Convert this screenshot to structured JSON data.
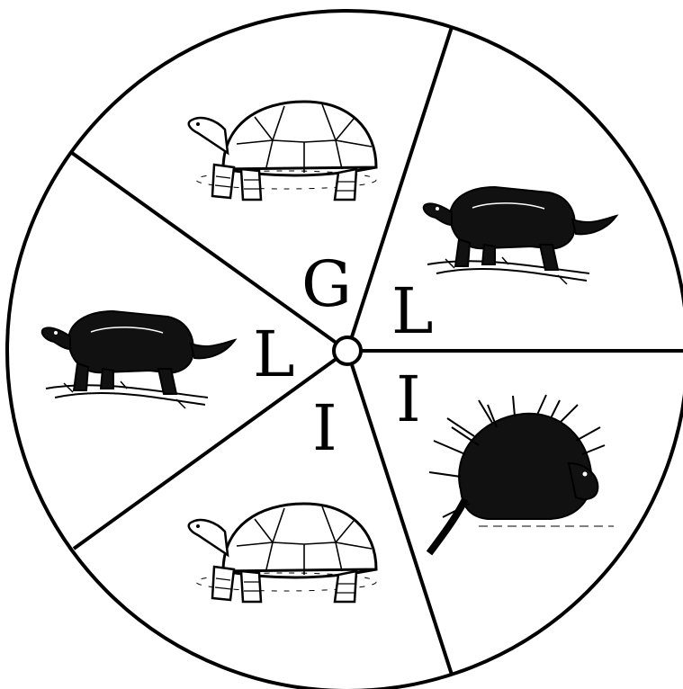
{
  "spinner": {
    "sections": [
      {
        "letter": "G",
        "animal": "tortoise"
      },
      {
        "letter": "L",
        "animal": "wolverine"
      },
      {
        "letter": "I",
        "animal": "porcupine"
      },
      {
        "letter": "I",
        "animal": "tortoise"
      },
      {
        "letter": "L",
        "animal": "wolverine"
      }
    ],
    "colors": {
      "ink": "#000000",
      "paper": "#ffffff"
    }
  }
}
